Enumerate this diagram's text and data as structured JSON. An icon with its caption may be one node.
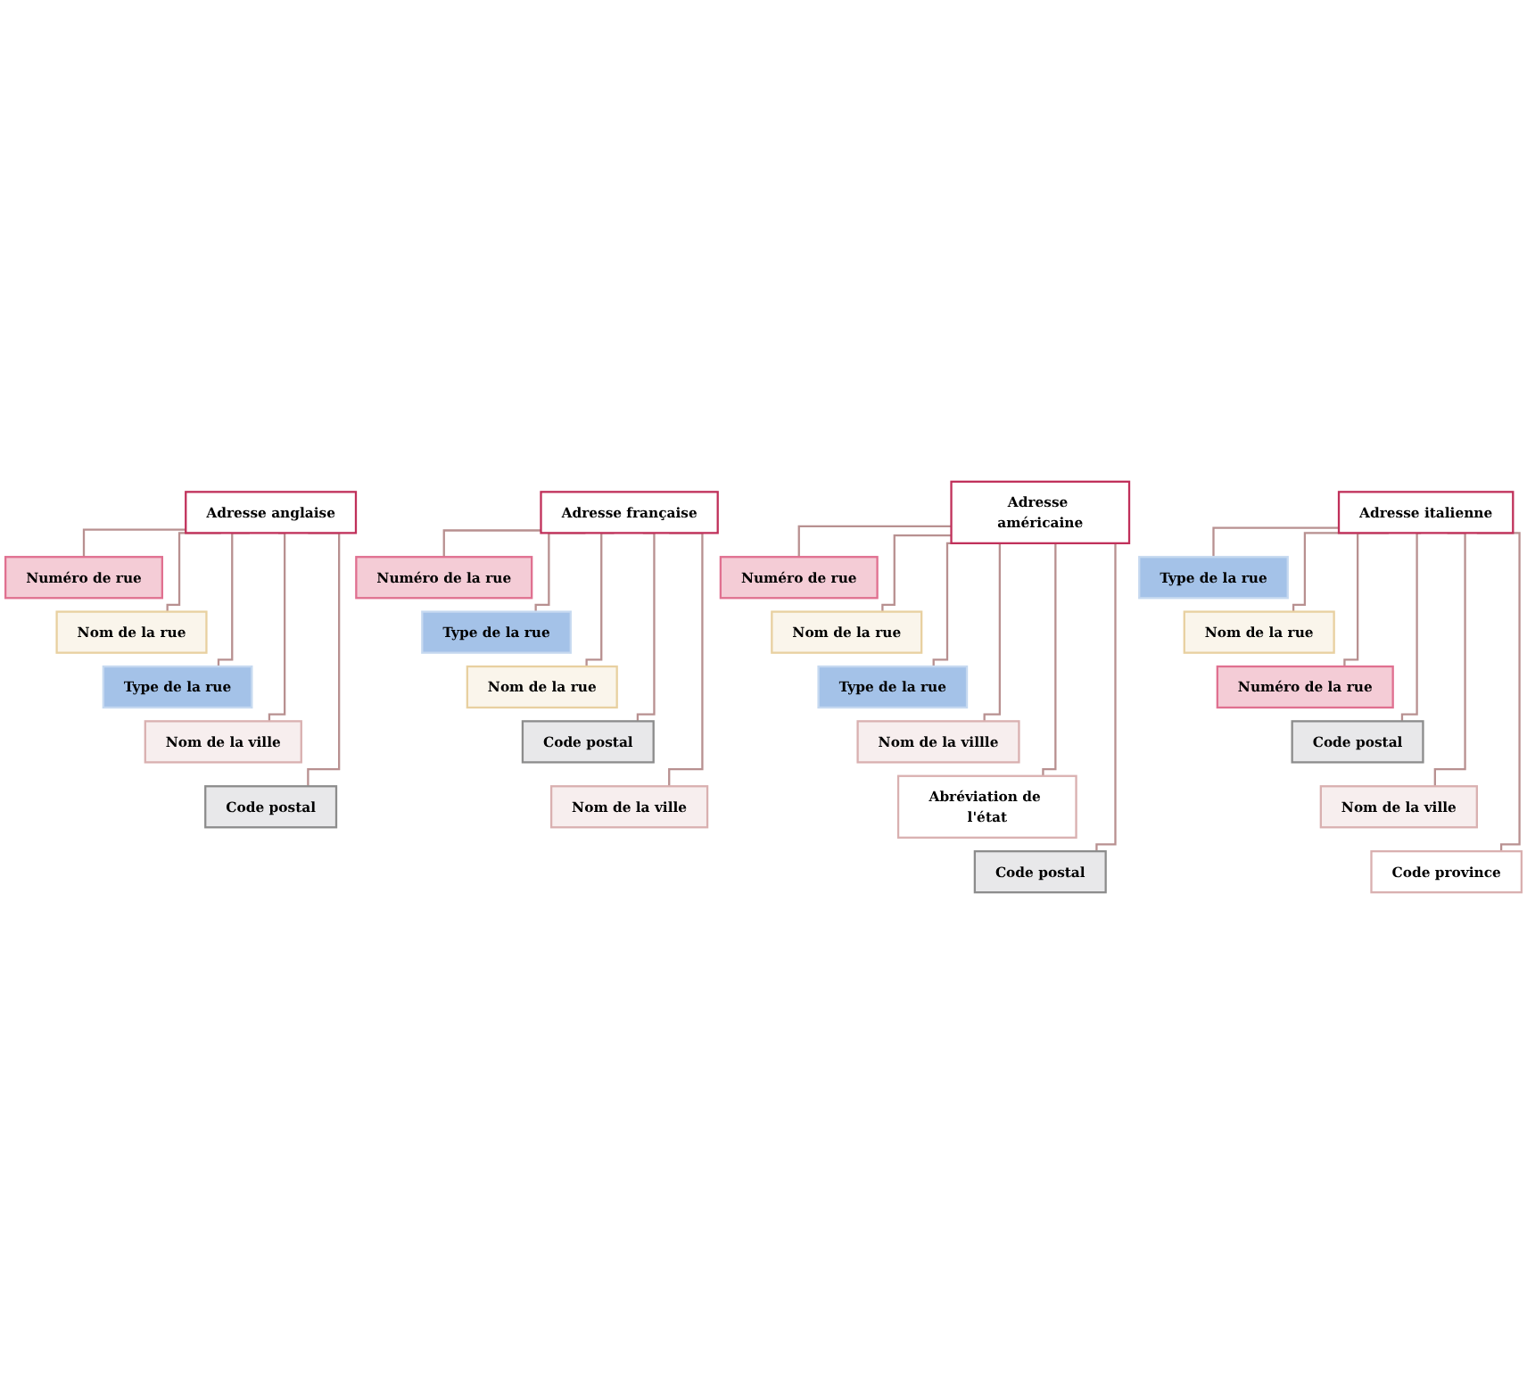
{
  "diagram": {
    "nodes": [
      {
        "text": [
          "Adresse américaine"
        ]
      },
      {
        "text": [
          "Numéro de rue"
        ]
      },
      {
        "text": [
          "Nom de la rue"
        ]
      },
      {
        "text": [
          "Type de la rue"
        ]
      },
      {
        "text": [
          "Nom de la villle"
        ]
      },
      {
        "text": [
          "Abréviation de l'état"
        ]
      },
      {
        "text": [
          "Code postal"
        ]
      },
      {
        "text": [
          "Adresse anglaise"
        ]
      },
      {
        "text": [
          "Numéro de rue"
        ]
      },
      {
        "text": [
          "Nom de la rue"
        ]
      },
      {
        "text": [
          "Type de la rue"
        ]
      },
      {
        "text": [
          "Nom de la ville"
        ]
      },
      {
        "text": [
          "Code postal"
        ]
      },
      {
        "text": [
          "Adresse française"
        ]
      },
      {
        "text": [
          "Numéro de la rue"
        ]
      },
      {
        "text": [
          "Type de la rue"
        ]
      },
      {
        "text": [
          "Nom de la rue"
        ]
      },
      {
        "text": [
          "Code postal"
        ]
      },
      {
        "text": [
          "Nom de la ville"
        ]
      },
      {
        "text": [
          "Adresse italienne"
        ]
      },
      {
        "text": [
          "Type de la rue"
        ]
      },
      {
        "text": [
          "Nom de la rue"
        ]
      },
      {
        "text": [
          "Numéro de la rue"
        ]
      },
      {
        "text": [
          "Code postal"
        ]
      },
      {
        "text": [
          "Nom de la ville"
        ]
      },
      {
        "text": [
          "Code province"
        ]
      }
    ],
    "edges": [
      {
        "from": 0,
        "to": 1,
        "arrow": "none"
      },
      {
        "from": 0,
        "to": 2,
        "arrow": "none"
      },
      {
        "from": 0,
        "to": 3,
        "arrow": "none"
      },
      {
        "from": 0,
        "to": 4,
        "arrow": "none"
      },
      {
        "from": 0,
        "to": 5,
        "arrow": "none"
      },
      {
        "from": 0,
        "to": 6,
        "arrow": "none"
      },
      {
        "from": 7,
        "to": 8,
        "arrow": "none"
      },
      {
        "from": 7,
        "to": 9,
        "arrow": "none"
      },
      {
        "from": 7,
        "to": 10,
        "arrow": "none"
      },
      {
        "from": 7,
        "to": 11,
        "arrow": "none"
      },
      {
        "from": 7,
        "to": 12,
        "arrow": "none"
      },
      {
        "from": 13,
        "to": 14,
        "arrow": "none"
      },
      {
        "from": 13,
        "to": 15,
        "arrow": "none"
      },
      {
        "from": 13,
        "to": 16,
        "arrow": "none"
      },
      {
        "from": 13,
        "to": 17,
        "arrow": "none"
      },
      {
        "from": 13,
        "to": 18,
        "arrow": "none"
      },
      {
        "from": 19,
        "to": 20,
        "arrow": "none"
      },
      {
        "from": 19,
        "to": 21,
        "arrow": "none"
      },
      {
        "from": 19,
        "to": 22,
        "arrow": "none"
      },
      {
        "from": 19,
        "to": 23,
        "arrow": "none"
      },
      {
        "from": 19,
        "to": 24,
        "arrow": "none"
      },
      {
        "from": 19,
        "to": 25,
        "arrow": "none"
      }
    ]
  }
}
